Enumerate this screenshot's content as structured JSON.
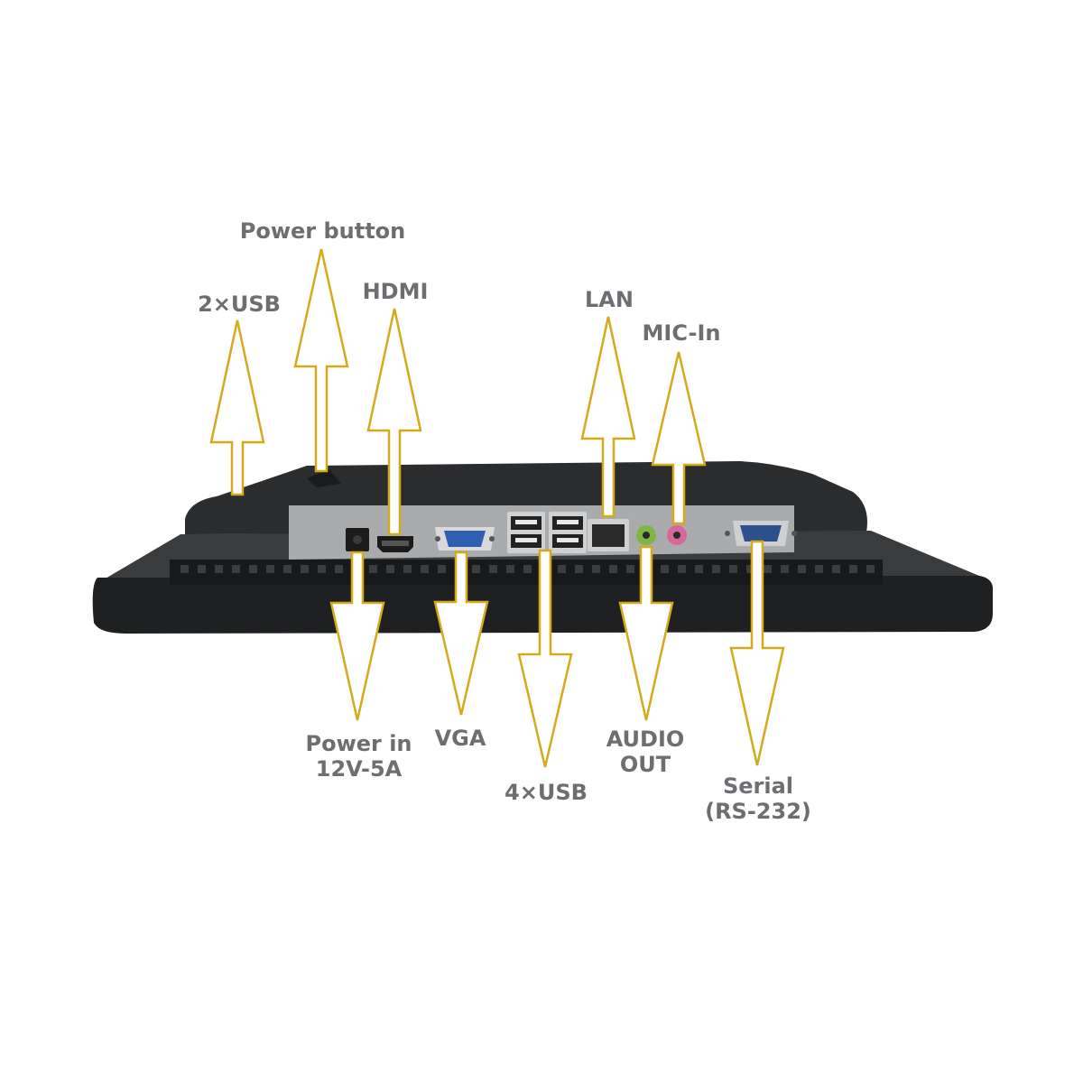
{
  "colors": {
    "arrow_stroke": "#d4a91a",
    "arrow_fill": "#ffffff",
    "label_text": "#6d6e71",
    "chassis": "#2a2b2d",
    "chassis_dark": "#161718",
    "io_plate": "#a9abad",
    "vga_blue": "#2f5fb0",
    "audio_green": "#7fb542",
    "mic_pink": "#d8669a",
    "serial_blue": "#2d4f8c"
  },
  "labels": {
    "usb2": "2×USB",
    "power_button": "Power button",
    "hdmi": "HDMI",
    "lan": "LAN",
    "mic_in": "MIC-In",
    "power_in_1": "Power in",
    "power_in_2": "12V-5A",
    "vga": "VGA",
    "usb4": "4×USB",
    "audio_out_1": "AUDIO",
    "audio_out_2": "OUT",
    "serial_1": "Serial",
    "serial_2": "(RS-232)"
  }
}
